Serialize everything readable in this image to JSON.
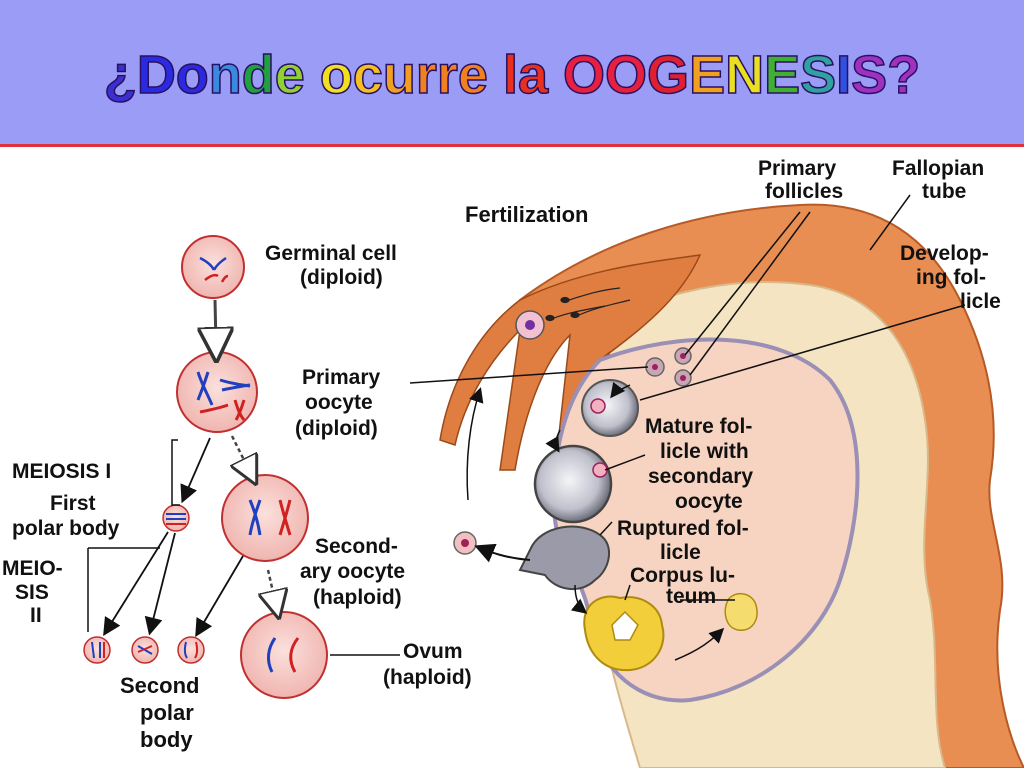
{
  "header": {
    "title_parts": [
      {
        "text": "¿",
        "color": "#3a2fd0"
      },
      {
        "text": "Do",
        "color": "#2a2be0"
      },
      {
        "text": "n",
        "color": "#3a8be0"
      },
      {
        "text": "d",
        "color": "#20a040"
      },
      {
        "text": "e",
        "color": "#90d030"
      },
      {
        "text": " ",
        "color": "#000000"
      },
      {
        "text": "o",
        "color": "#f0e020"
      },
      {
        "text": "c",
        "color": "#f5c020"
      },
      {
        "text": "u",
        "color": "#f0a020"
      },
      {
        "text": "rre",
        "color": "#f08020"
      },
      {
        "text": " ",
        "color": "#000000"
      },
      {
        "text": "la ",
        "color": "#e83020"
      },
      {
        "text": "OO",
        "color": "#e82040"
      },
      {
        "text": "G",
        "color": "#e02030"
      },
      {
        "text": "E",
        "color": "#f0a020"
      },
      {
        "text": "N",
        "color": "#e8e020"
      },
      {
        "text": "E",
        "color": "#40b030"
      },
      {
        "text": "S",
        "color": "#30a0a0"
      },
      {
        "text": "I",
        "color": "#3050e0"
      },
      {
        "text": "S?",
        "color": "#a030c0"
      }
    ],
    "background": "#9a9cf5",
    "underline_color": "#e0303a"
  },
  "labels": {
    "germinal_cell": [
      "Germinal cell",
      "(diploid)"
    ],
    "primary_oocyte": [
      "Primary",
      "oocyte",
      "(diploid)"
    ],
    "meiosis_1": "MEIOSIS I",
    "first_polar_body": [
      "First",
      "polar body"
    ],
    "meiosis_2": [
      "MEIO-",
      "SIS",
      "II"
    ],
    "secondary_oocyte": [
      "Second-",
      "ary oocyte",
      "(haploid)"
    ],
    "ovum": [
      "Ovum",
      "(haploid)"
    ],
    "second_polar_body": [
      "Second",
      "polar",
      "body"
    ],
    "fertilization": "Fertilization",
    "primary_follicles": [
      "Primary",
      "follicles"
    ],
    "fallopian_tube": [
      "Fallopian",
      "tube"
    ],
    "developing_follicle": [
      "Develop-",
      "ing fol-",
      "licle"
    ],
    "mature_follicle": [
      "Mature fol-",
      "licle with",
      "secondary",
      "oocyte"
    ],
    "ruptured_follicle": [
      "Ruptured fol-",
      "licle"
    ],
    "corpus_luteum": [
      "Corpus lu-",
      "teum"
    ]
  },
  "colors": {
    "cell_fill": "#f7c9c4",
    "cell_outline": "#c03030",
    "chromosome_blue": "#2040c0",
    "chromosome_red": "#d02020",
    "tube_orange": "#e8884a",
    "ovary_fill": "#f6d6c6",
    "follicle_gray": "#8a8a95",
    "corpus_yellow": "#f2d040"
  }
}
